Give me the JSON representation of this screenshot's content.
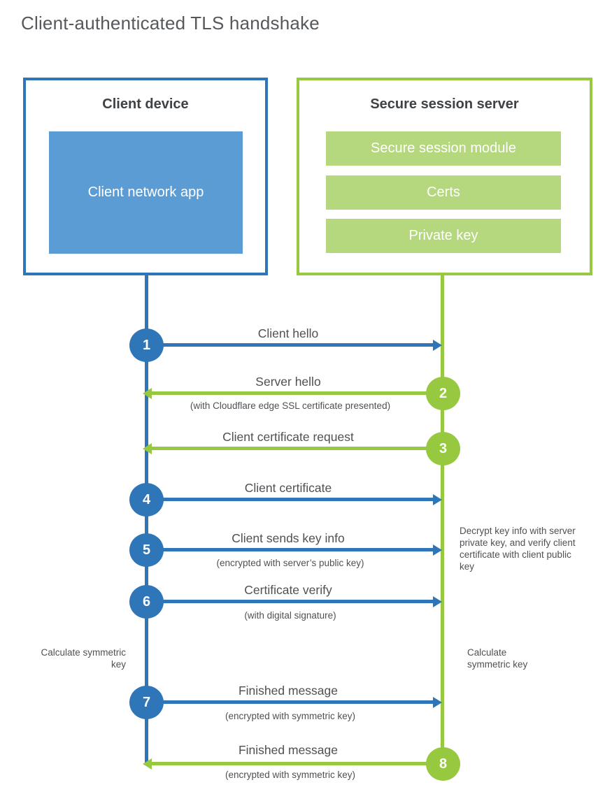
{
  "title": "Client-authenticated TLS handshake",
  "colors": {
    "blue": "#2e76b8",
    "blue-fill": "#5b9cd5",
    "green": "#96c93f",
    "green-fill": "#b5d77e",
    "heading": "#3f4245",
    "text": "#4e5054",
    "title": "#55585c"
  },
  "client": {
    "title": "Client device",
    "app": "Client network app"
  },
  "server": {
    "title": "Secure session server",
    "modules": [
      "Secure session module",
      "Certs",
      "Private key"
    ]
  },
  "steps": [
    {
      "num": "1",
      "direction": "client-to-server",
      "label": "Client hello",
      "sublabel": ""
    },
    {
      "num": "2",
      "direction": "server-to-client",
      "label": "Server hello",
      "sublabel": "(with Cloudflare edge SSL certificate presented)"
    },
    {
      "num": "3",
      "direction": "server-to-client",
      "label": "Client certificate request",
      "sublabel": ""
    },
    {
      "num": "4",
      "direction": "client-to-server",
      "label": "Client certificate",
      "sublabel": ""
    },
    {
      "num": "5",
      "direction": "client-to-server",
      "label": "Client sends key info",
      "sublabel": "(encrypted with server’s public key)"
    },
    {
      "num": "6",
      "direction": "client-to-server",
      "label": "Certificate verify",
      "sublabel": "(with digital signature)"
    },
    {
      "num": "7",
      "direction": "client-to-server",
      "label": "Finished message",
      "sublabel": "(encrypted with symmetric key)"
    },
    {
      "num": "8",
      "direction": "server-to-client",
      "label": "Finished message",
      "sublabel": "(encrypted with symmetric key)"
    }
  ],
  "notes": {
    "decrypt": "Decrypt key info with server private key, and verify client certificate with client public key",
    "calc_left": "Calculate symmetric key",
    "calc_right": "Calculate symmetric key"
  }
}
